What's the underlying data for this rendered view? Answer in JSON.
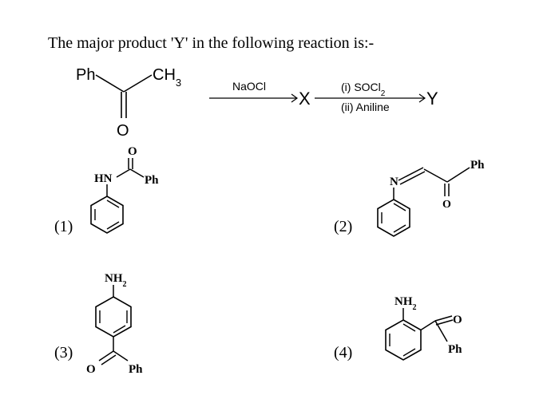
{
  "question": {
    "text": "The major product 'Y' in the following reaction is:-"
  },
  "reactant": {
    "left_group": "Ph",
    "right_group": "CH",
    "right_group_sub": "3",
    "oxygen": "O"
  },
  "reaction": {
    "reagent1": "NaOCl",
    "intermediate": "X",
    "reagent2a": "(i) SOCl",
    "reagent2a_sub": "2",
    "reagent2b": "(ii) Aniline",
    "product": "Y"
  },
  "options": [
    {
      "label": "(1)",
      "atoms": {
        "o": "O",
        "hn": "HN",
        "ph": "Ph"
      }
    },
    {
      "label": "(2)",
      "atoms": {
        "n": "N",
        "o": "O",
        "ph": "Ph"
      }
    },
    {
      "label": "(3)",
      "atoms": {
        "nh": "NH",
        "nh_sub": "2",
        "o": "O",
        "ph": "Ph"
      }
    },
    {
      "label": "(4)",
      "atoms": {
        "nh": "NH",
        "nh_sub": "2",
        "o": "O",
        "ph": "Ph"
      }
    }
  ]
}
